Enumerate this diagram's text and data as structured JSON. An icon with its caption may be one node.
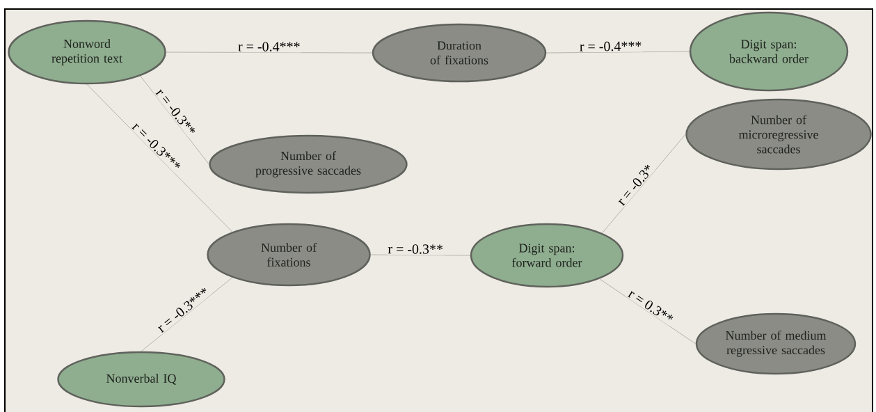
{
  "diagram": {
    "nodes": [
      {
        "text": [
          "Nonword repetition text"
        ]
      },
      {
        "text": [
          "Duration of fixations"
        ]
      },
      {
        "text": [
          "Digit span: backward order"
        ]
      },
      {
        "text": [
          "Number of progressive saccades"
        ]
      },
      {
        "text": [
          "Number of microregressive saccades"
        ]
      },
      {
        "text": [
          "Number of fixations"
        ]
      },
      {
        "text": [
          "Digit span: forward order"
        ]
      },
      {
        "text": [
          "Nonverbal IQ"
        ]
      },
      {
        "text": [
          "Number of medium regressive saccades"
        ]
      }
    ],
    "edges": [
      {
        "from": 0,
        "to": 1,
        "arrow": "none",
        "label": "r = -0.4***"
      },
      {
        "from": 1,
        "to": 2,
        "arrow": "none",
        "label": "r = -0.4***"
      },
      {
        "from": 0,
        "to": 3,
        "arrow": "none",
        "label": "r = -0.3**"
      },
      {
        "from": 0,
        "to": 5,
        "arrow": "none",
        "label": "r = -0.3***"
      },
      {
        "from": 6,
        "to": 4,
        "arrow": "none",
        "label": "r = -0.3*"
      },
      {
        "from": 5,
        "to": 6,
        "arrow": "none",
        "label": "r = -0.3**"
      },
      {
        "from": 6,
        "to": 8,
        "arrow": "none",
        "label": "r = 0.3**"
      },
      {
        "from": 7,
        "to": 5,
        "arrow": "none",
        "label": "r = -0.3***"
      }
    ]
  }
}
